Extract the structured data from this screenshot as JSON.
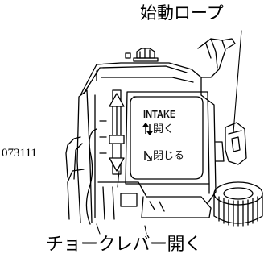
{
  "labels": {
    "starter_rope": "始動ロープ",
    "figure_code": "073111",
    "choke_lever_open": "チョークレバー開く"
  },
  "plate": {
    "title": "INTAKE",
    "open": "開く",
    "close": "閉じる"
  },
  "icons": {
    "open_symbol": "open-arrows-icon",
    "close_symbol": "close-arrow-icon"
  }
}
